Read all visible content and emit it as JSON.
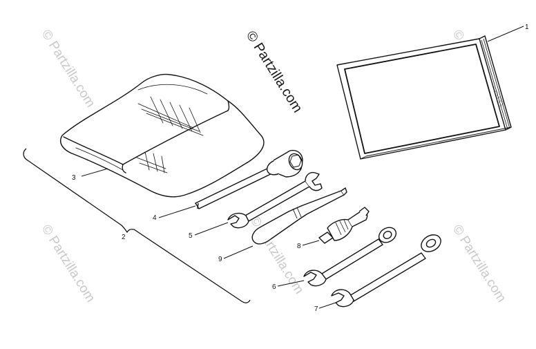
{
  "watermark": {
    "main": "© Partzilla.com",
    "faint": "© Partzilla.com"
  },
  "callouts": {
    "c1": "1",
    "c2": "2",
    "c3": "3",
    "c4": "4",
    "c5": "5",
    "c6": "6",
    "c7": "7",
    "c8": "8",
    "c9": "9"
  }
}
